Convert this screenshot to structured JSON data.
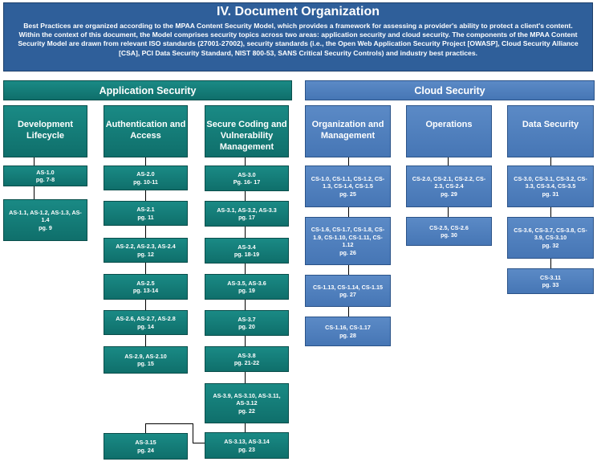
{
  "header": {
    "title": "IV. Document Organization",
    "description": "Best Practices are organized according to the MPAA Content Security Model, which provides a framework for assessing a provider's ability to protect a client's content.  Within the context of this document, the Model comprises security topics across two areas: application security and cloud security.  The components of the MPAA Content Security Model are drawn from relevant ISO standards (27001-27002), security standards (i.e., the Open Web Application Security Project [OWASP], Cloud Security Alliance [CSA], PCI Data Security Standard, NIST 800-53, SANS Critical Security Controls) and industry best practices."
  },
  "areas": {
    "application": {
      "label": "Application Security",
      "color": "#0f6f6b",
      "categories": [
        {
          "label": "Development Lifecycle",
          "items": [
            {
              "codes": "AS-1.0",
              "page": "pg. 7-8"
            },
            {
              "codes": "AS-1.1, AS-1.2, AS-1.3, AS-1.4",
              "page": "pg. 9"
            }
          ]
        },
        {
          "label": "Authentication and Access",
          "items": [
            {
              "codes": "AS-2.0",
              "page": "pg. 10-11"
            },
            {
              "codes": "AS-2.1",
              "page": "pg. 11"
            },
            {
              "codes": "AS-2.2, AS-2.3, AS-2.4",
              "page": "pg. 12"
            },
            {
              "codes": "AS-2.5",
              "page": "pg. 13-14"
            },
            {
              "codes": "AS-2.6, AS-2.7, AS-2.8",
              "page": "pg. 14"
            },
            {
              "codes": "AS-2.9, AS-2.10",
              "page": "pg. 15"
            }
          ]
        },
        {
          "label": "Secure Coding and Vulnerability Management",
          "items": [
            {
              "codes": "AS-3.0",
              "page": "Pg. 16- 17"
            },
            {
              "codes": "AS-3.1, AS-3.2, AS-3.3",
              "page": "pg. 17"
            },
            {
              "codes": "AS-3.4",
              "page": "pg. 18-19"
            },
            {
              "codes": "AS-3.5, AS-3.6",
              "page": "pg. 19"
            },
            {
              "codes": "AS-3.7",
              "page": "pg. 20"
            },
            {
              "codes": "AS-3.8",
              "page": "pg. 21-22"
            },
            {
              "codes": "AS-3.9, AS-3.10, AS-3.11, AS-3.12",
              "page": "pg. 22"
            },
            {
              "codes": "AS-3.13, AS-3.14",
              "page": "pg. 23"
            }
          ],
          "overflow_item": {
            "codes": "AS-3.15",
            "page": "pg. 24"
          }
        }
      ]
    },
    "cloud": {
      "label": "Cloud Security",
      "color": "#4676b5",
      "categories": [
        {
          "label": "Organization and Management",
          "items": [
            {
              "codes": "CS-1.0, CS-1.1, CS-1.2, CS-1.3, CS-1.4, CS-1.5",
              "page": "pg. 25"
            },
            {
              "codes": "CS-1.6, CS-1.7, CS-1.8, CS-1.9, CS-1.10, CS-1.11, CS-1.12",
              "page": "pg. 26"
            },
            {
              "codes": "CS-1.13, CS-1.14, CS-1.15",
              "page": "pg. 27"
            },
            {
              "codes": "CS-1.16, CS-1.17",
              "page": "pg. 28"
            }
          ]
        },
        {
          "label": "Operations",
          "items": [
            {
              "codes": "CS-2.0, CS-2.1, CS-2.2, CS-2.3, CS-2.4",
              "page": "pg. 29"
            },
            {
              "codes": "CS-2.5, CS-2.6",
              "page": "pg. 30"
            }
          ]
        },
        {
          "label": "Data Security",
          "items": [
            {
              "codes": "CS-3.0, CS-3.1, CS-3.2, CS-3.3, CS-3.4, CS-3.5",
              "page": "pg. 31"
            },
            {
              "codes": "CS-3.6, CS-3.7, CS-3.8, CS-3.9, CS-3.10",
              "page": "pg. 32"
            },
            {
              "codes": "CS-3.11",
              "page": "pg. 33"
            }
          ]
        }
      ]
    }
  }
}
